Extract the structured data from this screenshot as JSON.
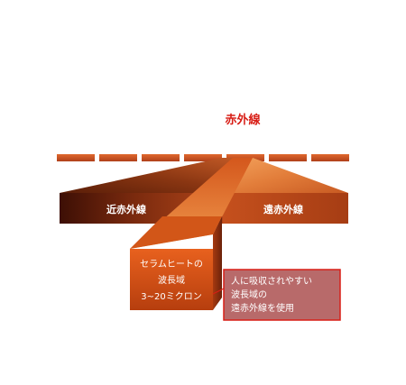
{
  "title": "赤外線",
  "near_ir": "近赤外線",
  "far_ir": "遠赤外線",
  "ceramic": {
    "line1": "セラムヒートの",
    "line2": "波長域",
    "line3": "3~20ミクロン"
  },
  "callout": {
    "line1": "人に吸収されやすい",
    "line2": "波長域の",
    "line3": "遠赤外線を使用"
  },
  "colors": {
    "title": "#d81e16",
    "bar": "#d4521c",
    "callout_fill": "#b86a6a",
    "callout_border": "#d81e16"
  }
}
